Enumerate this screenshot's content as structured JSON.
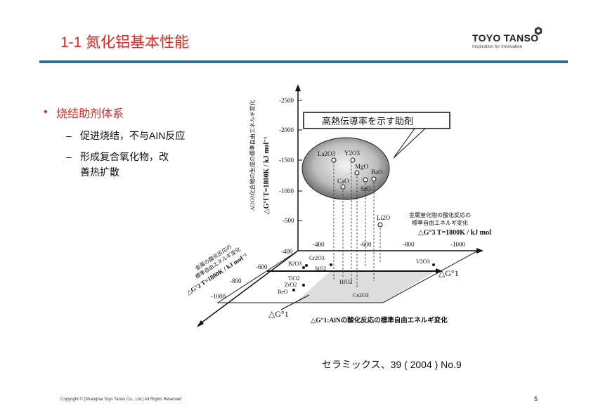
{
  "header": {
    "title": "1-1 氮化铝基本性能",
    "logo_name": "TOYO TANSO",
    "logo_tagline": "Inspiration for Innovation"
  },
  "bullets": {
    "main": "烧结助剂体系",
    "items": [
      {
        "dash": "–",
        "text": "促进烧结，不与AIN反应"
      },
      {
        "dash": "–",
        "text": "形成复合氧化物，改善热扩散"
      }
    ]
  },
  "figure": {
    "callout": "高熱伝導率を示す助剤",
    "vertical_axis_label": "Al2O3化合物の生成の標準自由エネルギ変化",
    "vertical_axis_symbol": "△G°f T=1800K / kJ mol⁻¹",
    "vertical_ticks": [
      "-2500",
      "-2000",
      "-1500",
      "-1000",
      "-500"
    ],
    "right_axis_ticks": [
      "-400",
      "-600",
      "-800",
      "-1000"
    ],
    "right_axis_label_1": "金属窒化物の酸化反応の",
    "right_axis_label_2": "標準自由エネルギ変化",
    "right_axis_symbol": "△G°3 T=1800K  / kJ mol⁻¹",
    "left_axis_ticks": [
      "-400",
      "-600",
      "-800",
      "-1000"
    ],
    "left_axis_label_1": "金属の酸化反応の",
    "left_axis_label_2": "標準自由エネルギ変化",
    "left_axis_symbol": "△G°2 T=1800K / kJ mol⁻¹",
    "dg1_right": "△G°1",
    "dg1_front": "△G°1",
    "bottom_caption": "△G°1:AlNの酸化反応の標準自由エネルギ変化",
    "ellipse_points": [
      "La2O3",
      "Y2O3",
      "MgO",
      "BaO",
      "CaO",
      "SrO"
    ],
    "li2o": "Li2O",
    "floor_points": [
      "Cr2O3",
      "B2O3",
      "SiO2",
      "TiO2",
      "ZrO2",
      "BeO",
      "HfO2",
      "Ce2O3",
      "V2O3"
    ]
  },
  "source": "セラミックス、39 ( 2004 ) No.9",
  "footer": {
    "copyright": "Copyright © [Shanghai Toyo Tanso Co., Ltd.] All Rights Reserved",
    "page": "5"
  },
  "colors": {
    "title": "#e0261f",
    "rule": "#2f6e8e"
  }
}
